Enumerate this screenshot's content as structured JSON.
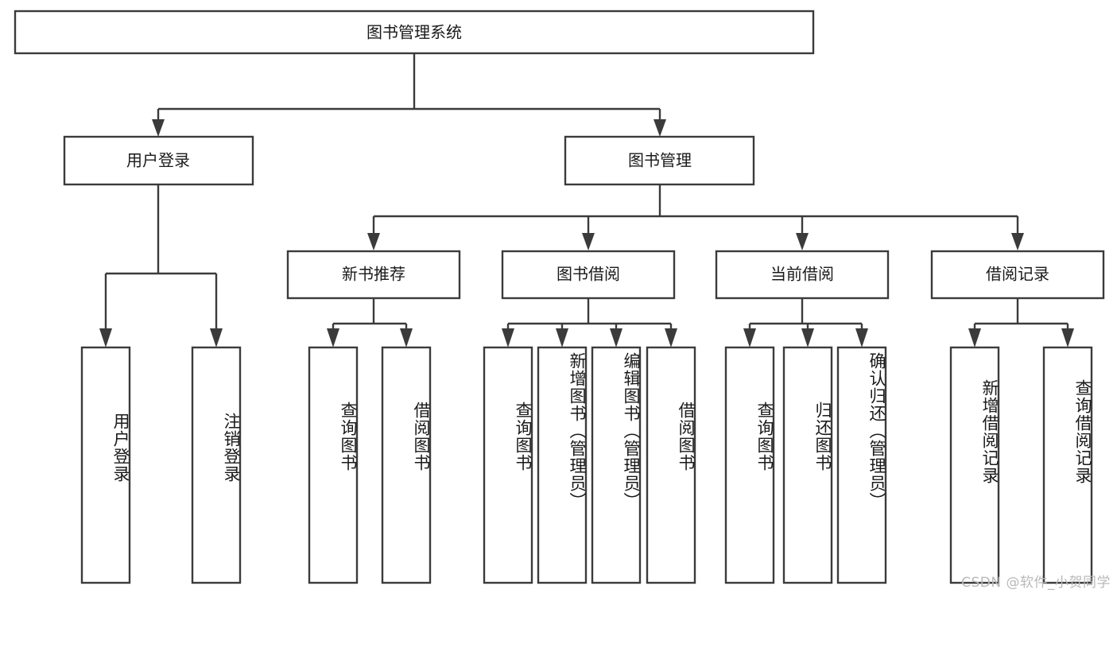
{
  "diagram": {
    "title": "图书管理系统",
    "type": "tree-hierarchy-chart",
    "root": {
      "label": "图书管理系统"
    },
    "level2": [
      {
        "label": "用户登录"
      },
      {
        "label": "图书管理"
      }
    ],
    "level3": [
      {
        "label": "新书推荐"
      },
      {
        "label": "图书借阅"
      },
      {
        "label": "当前借阅"
      },
      {
        "label": "借阅记录"
      }
    ],
    "leaves": {
      "user_login": [
        {
          "label": "用户登录"
        },
        {
          "label": "注销登录"
        }
      ],
      "new_book_recommend": [
        {
          "label": "查询图书"
        },
        {
          "label": "借阅图书"
        }
      ],
      "book_borrow": [
        {
          "label": "查询图书"
        },
        {
          "label": "新增图书（管理员）"
        },
        {
          "label": "编辑图书（管理员）"
        },
        {
          "label": "借阅图书"
        }
      ],
      "current_borrow": [
        {
          "label": "查询图书"
        },
        {
          "label": "归还图书"
        },
        {
          "label": "确认归还（管理员）"
        }
      ],
      "borrow_record": [
        {
          "label": "新增借阅记录"
        },
        {
          "label": "查询借阅记录"
        }
      ]
    },
    "watermark": "CSDN @软件_小贺同学",
    "colors": {
      "box_stroke": "#3b3b3b",
      "box_fill": "#ffffff",
      "text": "#1a1a1a",
      "watermark": "#b9b9b9",
      "background": "#ffffff"
    }
  }
}
